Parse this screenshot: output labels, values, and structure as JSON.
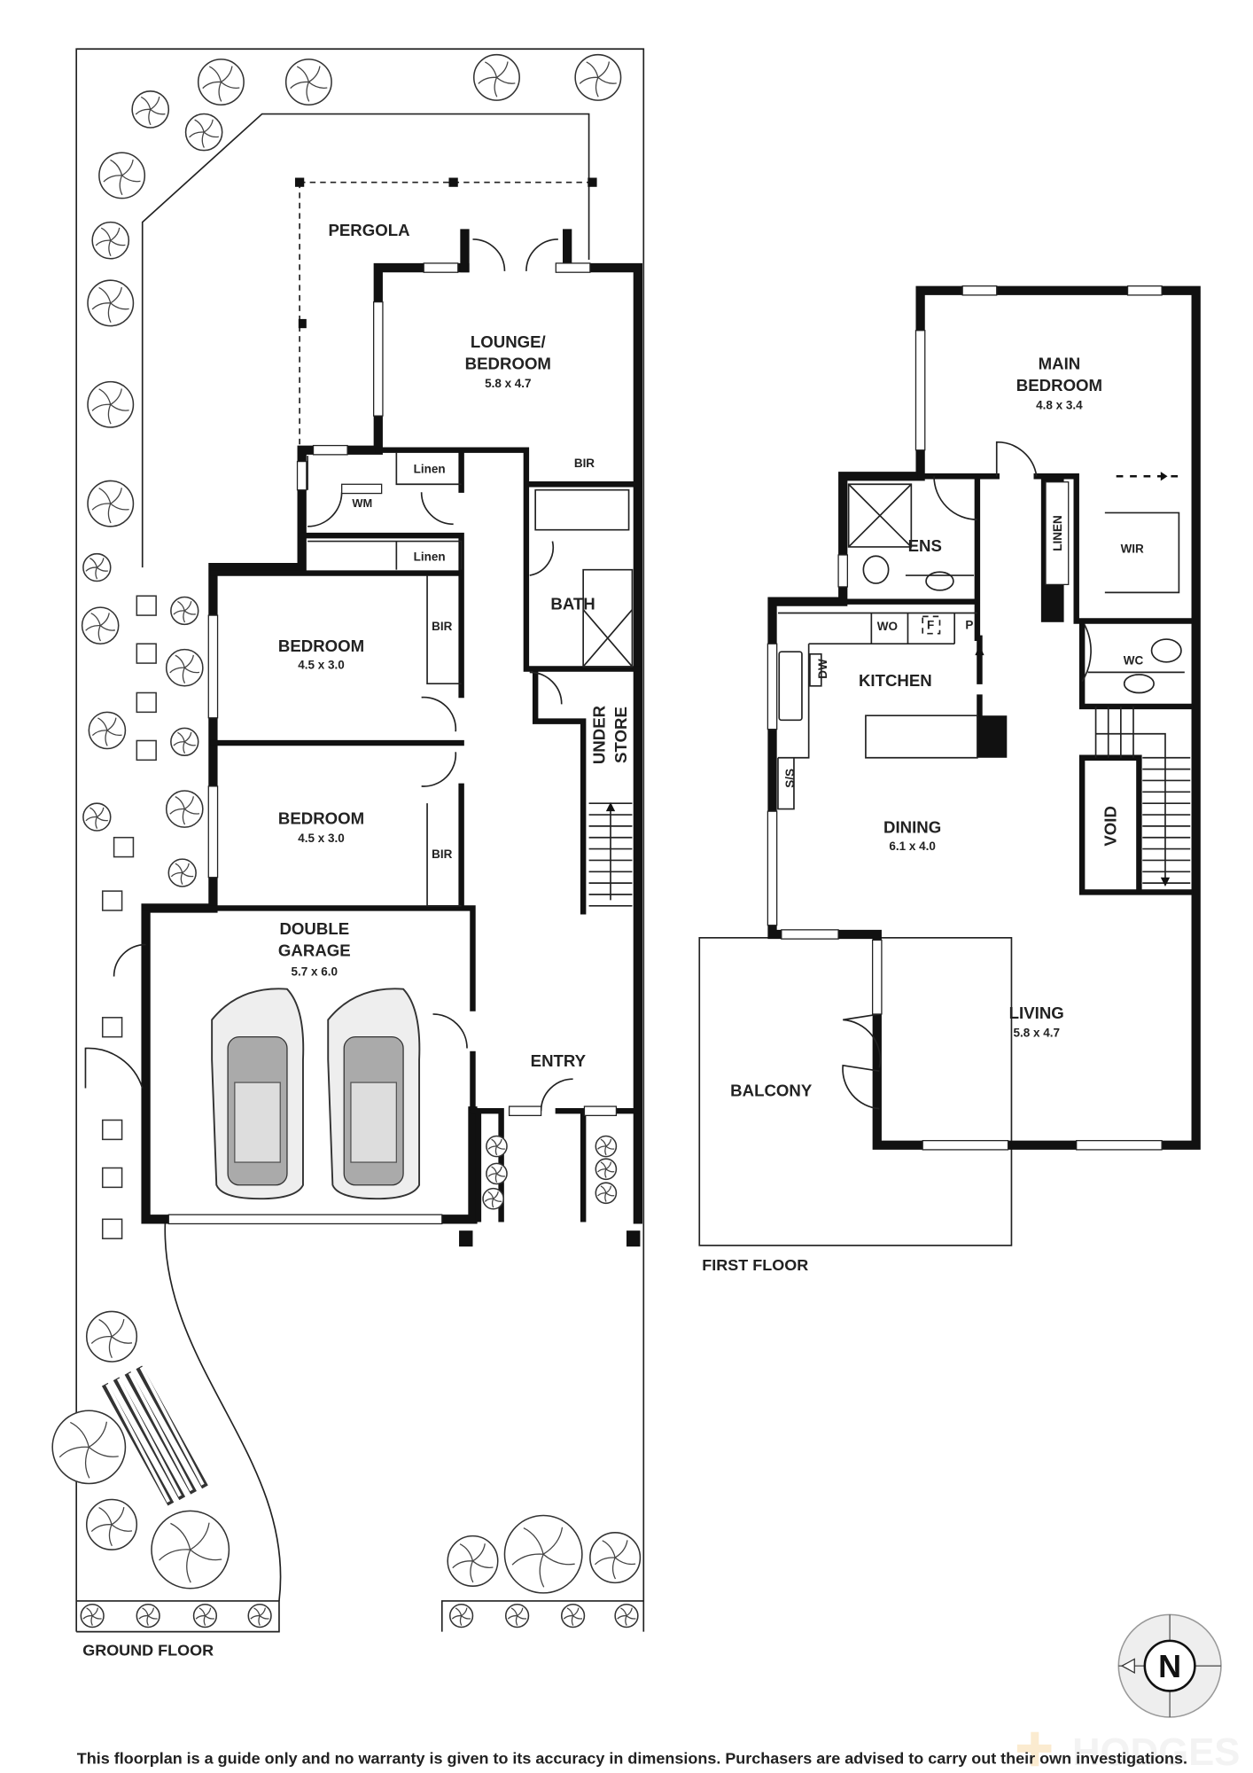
{
  "ground_floor": {
    "title": "GROUND FLOOR",
    "rooms": {
      "pergola": "PERGOLA",
      "lounge_l1": "LOUNGE/",
      "lounge_l2": "BEDROOM",
      "lounge_dim": "5.8 x 4.7",
      "linen1": "Linen",
      "linen2": "Linen",
      "wm": "WM",
      "bir1": "BIR",
      "bir2": "BIR",
      "bir3": "BIR",
      "bath": "BATH",
      "bedroom1": "BEDROOM",
      "bedroom1_dim": "4.5 x 3.0",
      "bedroom2": "BEDROOM",
      "bedroom2_dim": "4.5 x 3.0",
      "under": "UNDER",
      "store": "STORE",
      "garage_l1": "DOUBLE",
      "garage_l2": "GARAGE",
      "garage_dim": "5.7 x 6.0",
      "entry": "ENTRY"
    }
  },
  "first_floor": {
    "title": "FIRST FLOOR",
    "rooms": {
      "main_l1": "MAIN",
      "main_l2": "BEDROOM",
      "main_dim": "4.8 x 3.4",
      "ens": "ENS",
      "linen": "LINEN",
      "wir": "WIR",
      "wo": "WO",
      "f": "F",
      "p": "P",
      "dw": "DW",
      "kitchen": "KITCHEN",
      "wc": "WC",
      "ss": "S/S",
      "dining": "DINING",
      "dining_dim": "6.1 x 4.0",
      "void": "VOID",
      "living": "LIVING",
      "living_dim": "5.8 x 4.7",
      "balcony": "BALCONY"
    }
  },
  "compass": {
    "label": "N"
  },
  "logo": {
    "text": "HODGES"
  },
  "disclaimer": "This floorplan is a guide only and no warranty is given to its accuracy in dimensions. Purchasers are advised to carry out their own investigations.",
  "colors": {
    "wall": "#111111",
    "logo_accent": "#f5c77a"
  }
}
